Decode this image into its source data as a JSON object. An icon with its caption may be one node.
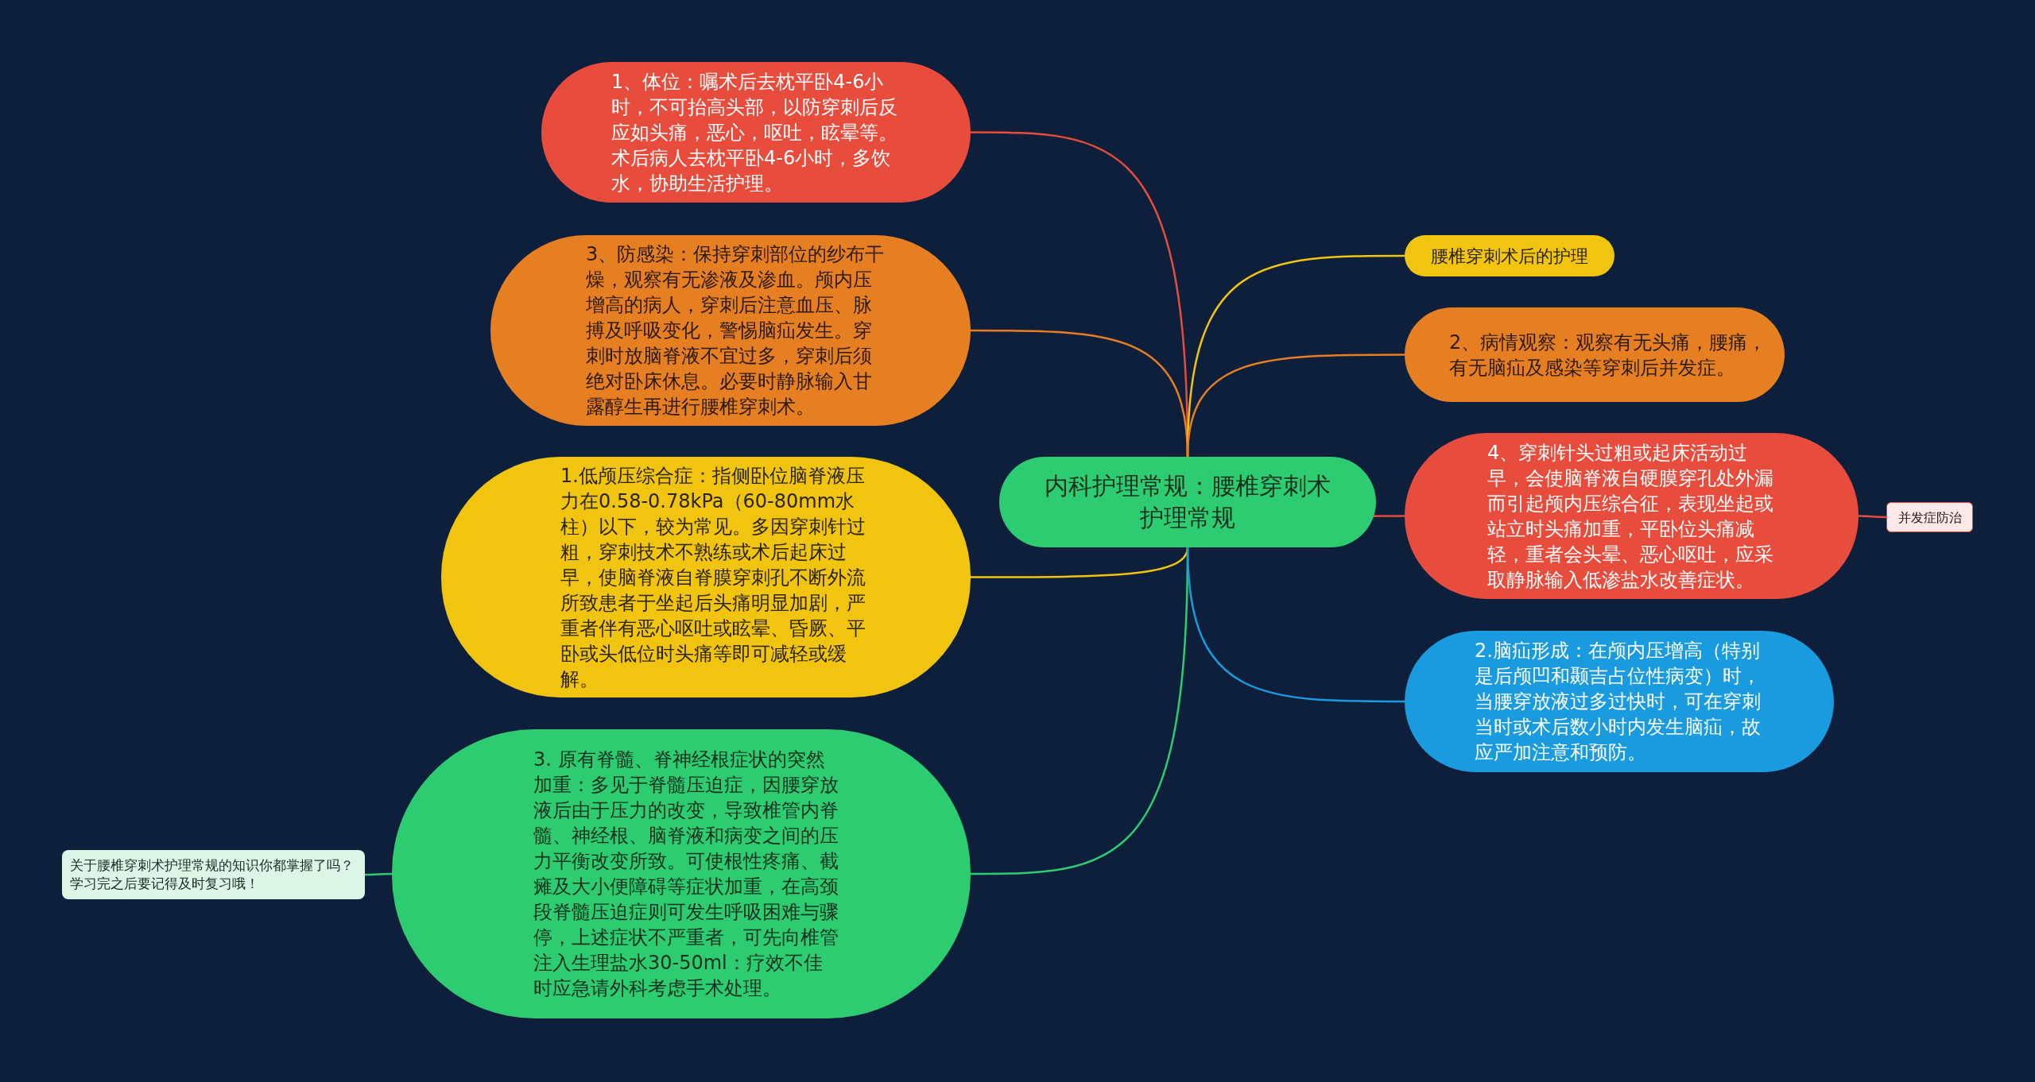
{
  "diagram": {
    "nodes": [
      {
        "text": [
          "内科护理常规：腰椎穿刺术护理常规"
        ]
      },
      {
        "text": [
          "1、体位：嘱术后去枕平卧4-6小时，不可抬高头部，以防穿刺后反应如头痛，恶心，呕吐，眩晕等。术后病人去枕平卧4-6小时，多饮水，协助生活护理。"
        ]
      },
      {
        "text": [
          "3、防感染：保持穿刺部位的纱布干燥，观察有无渗液及渗血。颅内压增高的病人，穿刺后注意血压、脉搏及呼吸变化，警惕脑疝发生。穿刺时放脑脊液不宜过多，穿刺后须绝对卧床休息。必要时静脉输入甘露醇生再进行腰椎穿刺术。"
        ]
      },
      {
        "text": [
          "1.低颅压综合症：指侧卧位脑脊液压力在0.58-0.78kPa（60-80mm水柱）以下，较为常见。多因穿刺针过粗，穿刺技术不熟练或术后起床过早，使脑脊液自脊膜穿刺孔不断外流所致患者于坐起后头痛明显加剧，严重者伴有恶心呕吐或眩晕、昏厥、平卧或头低位时头痛等即可减轻或缓解。"
        ]
      },
      {
        "text": [
          "3. 原有脊髓、脊神经根症状的突然加重：多见于脊髓压迫症，因腰穿放液后由于压力的改变，导致椎管内脊髓、神经根、脑脊液和病变之间的压力平衡改变所致。可使根性疼痛、截瘫及大小便障碍等症状加重，在高颈段脊髓压迫症则可发生呼吸困难与骤停，上述症状不严重者，可先向椎管注入生理盐水30-50ml：疗效不佳时应急请外科考虑手术处理。"
        ]
      },
      {
        "text": [
          "关于腰椎穿刺术护理常规的知识你都掌握了吗？学习完之后要记得及时复习哦！"
        ]
      },
      {
        "text": [
          "腰椎穿刺术后的护理"
        ]
      },
      {
        "text": [
          "2、病情观察：观察有无头痛，腰痛，有无脑疝及感染等穿刺后并发症。"
        ]
      },
      {
        "text": [
          "4、穿刺针头过粗或起床活动过早，会使脑脊液自硬膜穿孔处外漏而引起颅内压综合征，表现坐起或站立时头痛加重，平卧位头痛减轻，重者会头晕、恶心呕吐，应采取静脉输入低渗盐水改善症状。"
        ]
      },
      {
        "text": [
          "2.脑疝形成：在颅内压增高（特别是后颅凹和颞吉占位性病变）时，当腰穿放液过多过快时，可在穿刺当时或术后数小时内发生脑疝，故应严加注意和预防。"
        ]
      },
      {
        "text": [
          "并发症防治"
        ]
      }
    ],
    "edges": [
      {
        "from": 0,
        "to": 1,
        "arrow": "none",
        "color": "#e74c3c"
      },
      {
        "from": 0,
        "to": 2,
        "arrow": "none",
        "color": "#e67e22"
      },
      {
        "from": 0,
        "to": 3,
        "arrow": "none",
        "color": "#f1c40f"
      },
      {
        "from": 0,
        "to": 4,
        "arrow": "none",
        "color": "#2ecc71"
      },
      {
        "from": 4,
        "to": 5,
        "arrow": "none",
        "color": "#2ecc71"
      },
      {
        "from": 0,
        "to": 6,
        "arrow": "none",
        "color": "#f1c40f"
      },
      {
        "from": 0,
        "to": 7,
        "arrow": "none",
        "color": "#e67e22"
      },
      {
        "from": 0,
        "to": 8,
        "arrow": "none",
        "color": "#e74c3c"
      },
      {
        "from": 0,
        "to": 9,
        "arrow": "none",
        "color": "#1a9be0"
      },
      {
        "from": 8,
        "to": 10,
        "arrow": "none",
        "color": "#e74c3c"
      }
    ]
  }
}
